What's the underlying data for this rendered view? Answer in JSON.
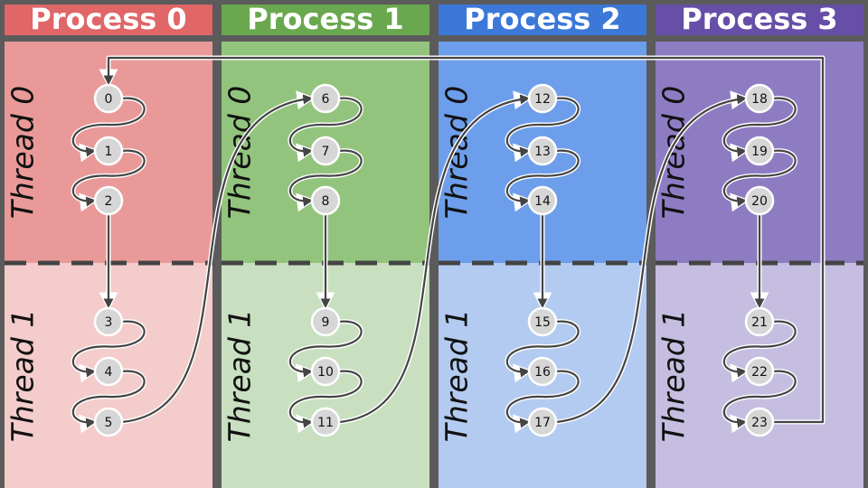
{
  "colors": {
    "background": "#5b5b5b",
    "divider": "#444444",
    "arrow": "#444444",
    "node_fill": "#d6d6d6"
  },
  "processes": [
    {
      "label": "Process 0",
      "header_color": "#e06668",
      "thread0_color": "#ea9999",
      "thread1_color": "#f4cccc"
    },
    {
      "label": "Process 1",
      "header_color": "#6aa84f",
      "thread0_color": "#93c47d",
      "thread1_color": "#c8e0c0"
    },
    {
      "label": "Process 2",
      "header_color": "#3c78d8",
      "thread0_color": "#6d9eeb",
      "thread1_color": "#b4cbf1"
    },
    {
      "label": "Process 3",
      "header_color": "#674ea7",
      "thread0_color": "#8e7cc3",
      "thread1_color": "#c6bee0"
    }
  ],
  "thread_labels": [
    "Thread 0",
    "Thread 1"
  ],
  "nodes": [
    "0",
    "1",
    "2",
    "3",
    "4",
    "5",
    "6",
    "7",
    "8",
    "9",
    "10",
    "11",
    "12",
    "13",
    "14",
    "15",
    "16",
    "17",
    "18",
    "19",
    "20",
    "21",
    "22",
    "23"
  ]
}
